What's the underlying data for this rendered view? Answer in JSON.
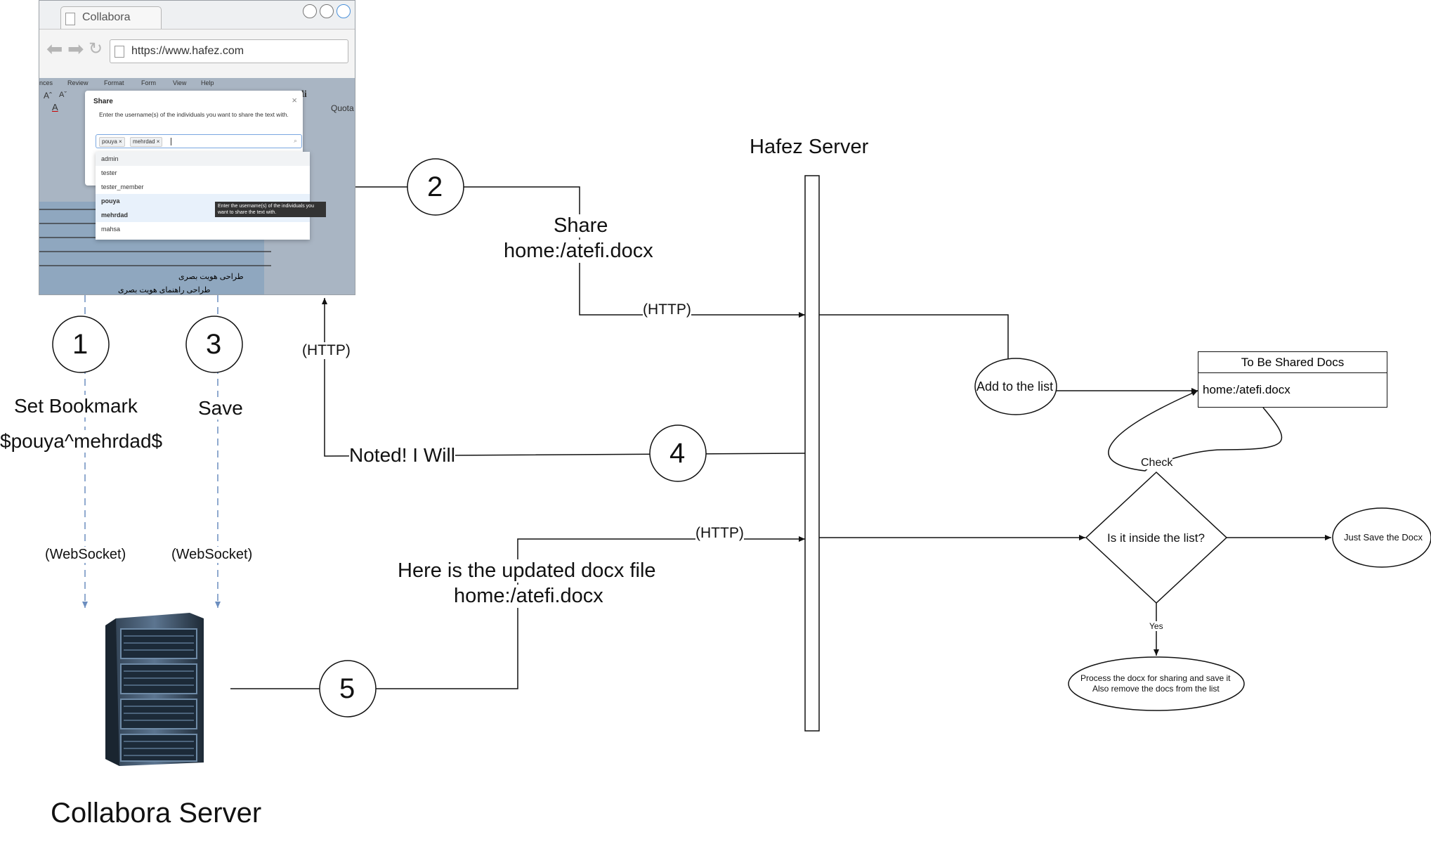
{
  "browser": {
    "tab_title": "Collabora",
    "url": "https://www.hafez.com",
    "menu_items": [
      "nces",
      "Review",
      "Format",
      "Form",
      "View",
      "Help"
    ],
    "ribbon_right": [
      "Headi",
      "Quota"
    ],
    "share_dialog": {
      "title": "Share",
      "close": "×",
      "description": "Enter the username(s) of the individuals you want to share the text with.",
      "chips": [
        "pouya ×",
        "mehrdad ×"
      ],
      "users": [
        "admin",
        "tester",
        "tester_member",
        "pouya",
        "mehrdad",
        "mahsa"
      ],
      "tooltip": "Enter the username(s) of the individuals you want to share the text with."
    },
    "doc_bullets": [
      "طراحی هویت بصری",
      "طراحی راهنمای هویت بصری"
    ]
  },
  "steps": {
    "s1": "1",
    "s2": "2",
    "s3": "3",
    "s4": "4",
    "s5": "5"
  },
  "labels": {
    "set_bookmark": "Set Bookmark",
    "bookmark_value": "$pouya^mehrdad$",
    "save": "Save",
    "websocket_1": "(WebSocket)",
    "websocket_2": "(WebSocket)",
    "collabora_server": "Collabora Server",
    "share": "Share",
    "share_path": "home:/atefi.docx",
    "http_share": "(HTTP)",
    "http_response": "(HTTP)",
    "noted": "Noted! I Will",
    "updated_line1": "Here is the updated docx file",
    "updated_line2": "home:/atefi.docx",
    "http_updated": "(HTTP)",
    "hafez_server": "Hafez Server",
    "add_to_list": "Add to the list",
    "table_header": "To Be Shared Docs",
    "table_row": "home:/atefi.docx",
    "check": "Check",
    "is_inside": "Is it inside the list?",
    "just_save": "Just Save the Docx",
    "yes": "Yes",
    "process_line1": "Process the docx for sharing and save it",
    "process_line2": "Also remove the docs from the list"
  },
  "colors": {
    "line": "#111111",
    "dashed": "#6c8ebf",
    "tooltip": "#333333",
    "chip_border": "#7aa7e0"
  }
}
